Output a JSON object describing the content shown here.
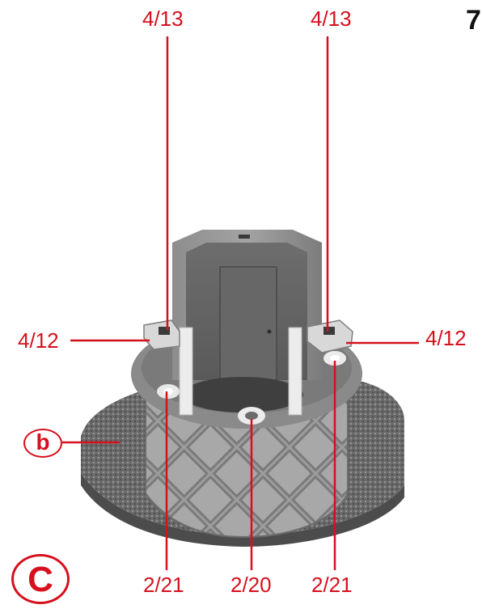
{
  "step_number": "7",
  "callouts": {
    "top_left": "4/13",
    "top_right": "4/13",
    "mid_left": "4/12",
    "mid_right": "4/12",
    "bottom_left": "2/21",
    "bottom_center": "2/20",
    "bottom_right": "2/21"
  },
  "markers": {
    "b": "b",
    "c": "C"
  },
  "colors": {
    "callout_red": "#d6101d",
    "model_grey": "#8a8a8a",
    "base_dark": "#5e5e5e"
  }
}
